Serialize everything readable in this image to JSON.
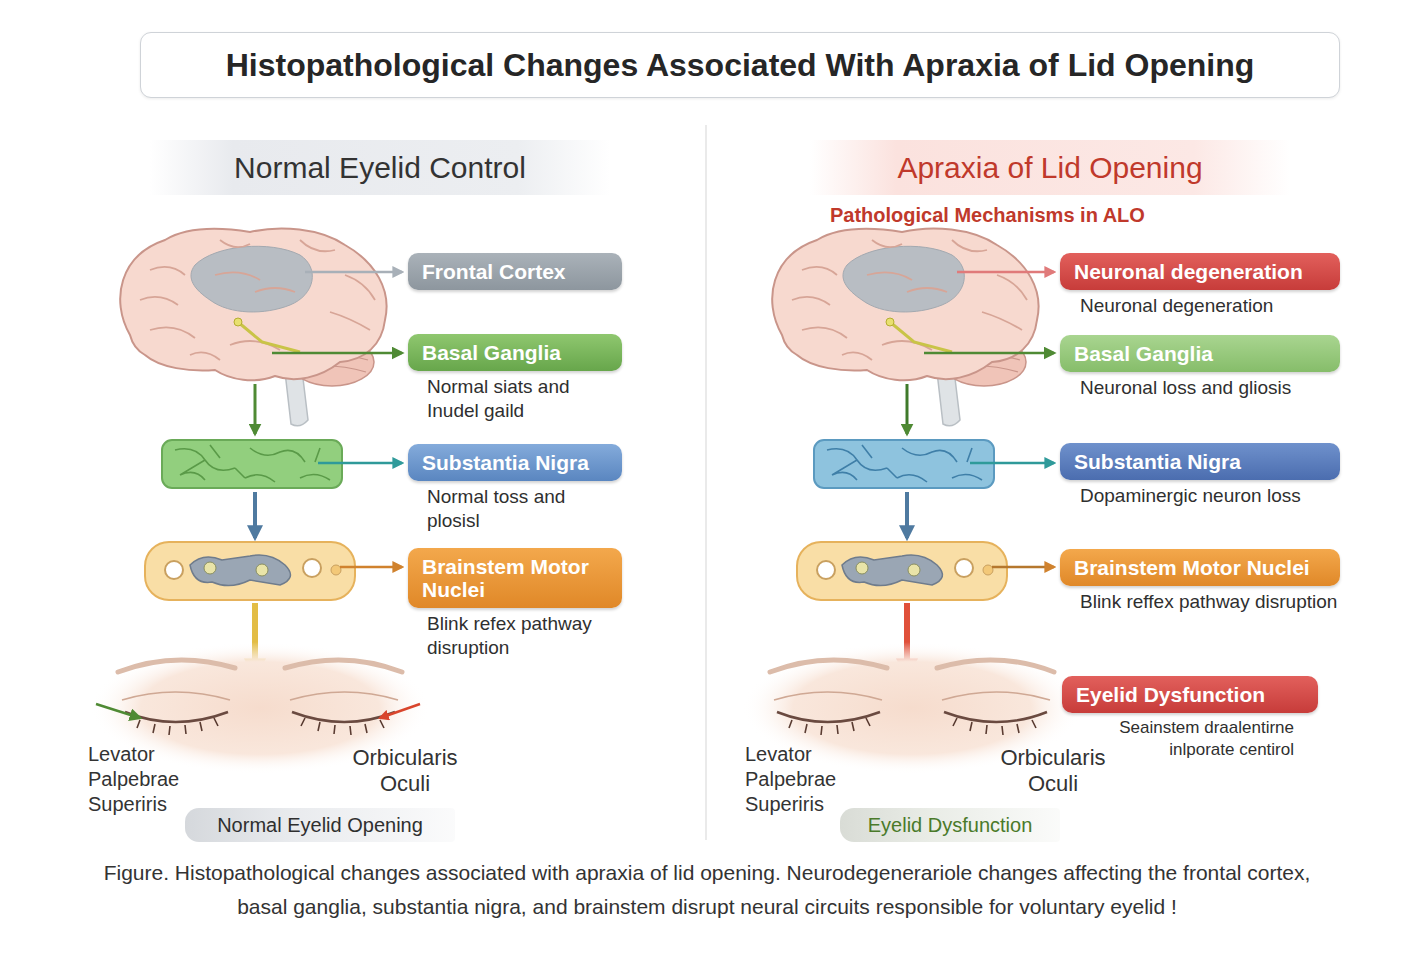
{
  "diagram": {
    "title": "Histopathological Changes Associated With Apraxia of Lid Opening",
    "caption": "Figure. Histopathological changes associated with apraxia of lid opening. Neurodegenerariole changes affecting the frontal cortex, basal ganglia, substantia nigra, and brainstem disrupt neural circuits responsible for voluntary eyelid !",
    "nodes": [
      {
        "text": [
          "Normal Eyelid Control"
        ]
      },
      {
        "text": [
          "Frontal Cortex"
        ]
      },
      {
        "text": [
          "Basal Ganglia",
          "Normal siats and Inudel gaild"
        ]
      },
      {
        "text": [
          "Substantia Nigra",
          "Normal toss and plosisl"
        ]
      },
      {
        "text": [
          "Brainstem Motor Nuclei",
          "Blink refex pathway disruption"
        ]
      },
      {
        "text": [
          "Normal Eyelid Opening"
        ]
      },
      {
        "text": [
          "Apraxia of Lid Opening"
        ]
      },
      {
        "text": [
          "Neuronal degeneration",
          "Neuronal degeneration"
        ]
      },
      {
        "text": [
          "Basal Ganglia",
          "Neuronal loss and gliosis"
        ]
      },
      {
        "text": [
          "Substantia Nigra",
          "Dopaminergic neuron loss"
        ]
      },
      {
        "text": [
          "Brainstem Motor Nuclei",
          "Blink reffex pathway disruption"
        ]
      },
      {
        "text": [
          "Eyelid Dysfunction",
          "Seainstem draalentirne inlporate centirol"
        ]
      },
      {
        "text": [
          "Eyelid Dysfunction"
        ]
      }
    ],
    "labels": [
      "Pathological Mechanisms in ALO",
      "Levator Palpebrae Superiris",
      "Orbicularis Oculi",
      "Levator Palpebrae Superiris",
      "Orbicularis Oculi"
    ]
  }
}
